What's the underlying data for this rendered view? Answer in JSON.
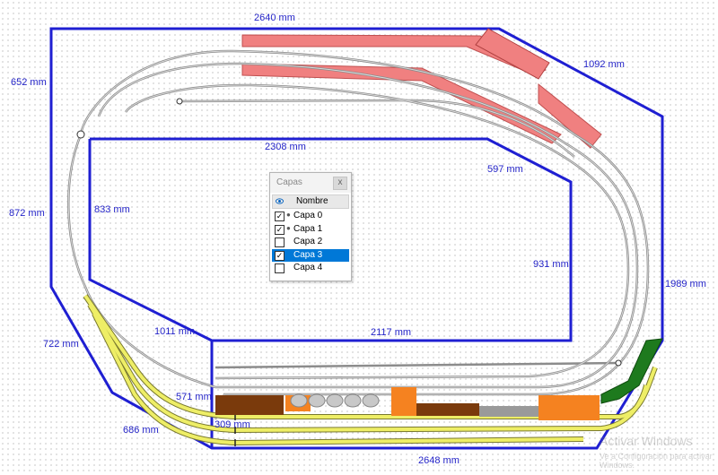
{
  "dimensions": {
    "top": "2640 mm",
    "top_right_diag": "1092 mm",
    "left_top": "652 mm",
    "left_main": "872 mm",
    "inner_top": "2308 mm",
    "inner_left": "833 mm",
    "inner_right_diag": "597 mm",
    "inner_right": "931 mm",
    "right": "1989 mm",
    "left_lower_diag": "722 mm",
    "inner_lower_diag": "1011 mm",
    "inner_bottom": "2117 mm",
    "small_a": "571 mm",
    "small_b": "309 mm",
    "bottom_left_diag": "686 mm",
    "bottom": "2648 mm"
  },
  "layers_panel": {
    "title": "Capas",
    "close_label": "x",
    "column_label": "Nombre",
    "rows": [
      {
        "label": "Capa 0",
        "checked": true,
        "active": false
      },
      {
        "label": "Capa 1",
        "checked": true,
        "active": false
      },
      {
        "label": "Capa 2",
        "checked": false,
        "active": false
      },
      {
        "label": "Capa 3",
        "checked": true,
        "active": true
      },
      {
        "label": "Capa 4",
        "checked": false,
        "active": false
      }
    ]
  },
  "watermark": {
    "title": "Activar Windows",
    "subtitle": "Ve a Configuración para activar Windows."
  },
  "colors": {
    "outline": "#1f1fd2",
    "dimension_text": "#2424c8",
    "platform_red": "#f08080",
    "building_brown": "#7a3a0c",
    "building_orange": "#f58220",
    "track_yellow": "#eeee66",
    "hill_green": "#1e7a1e",
    "selection": "#0078d7"
  }
}
